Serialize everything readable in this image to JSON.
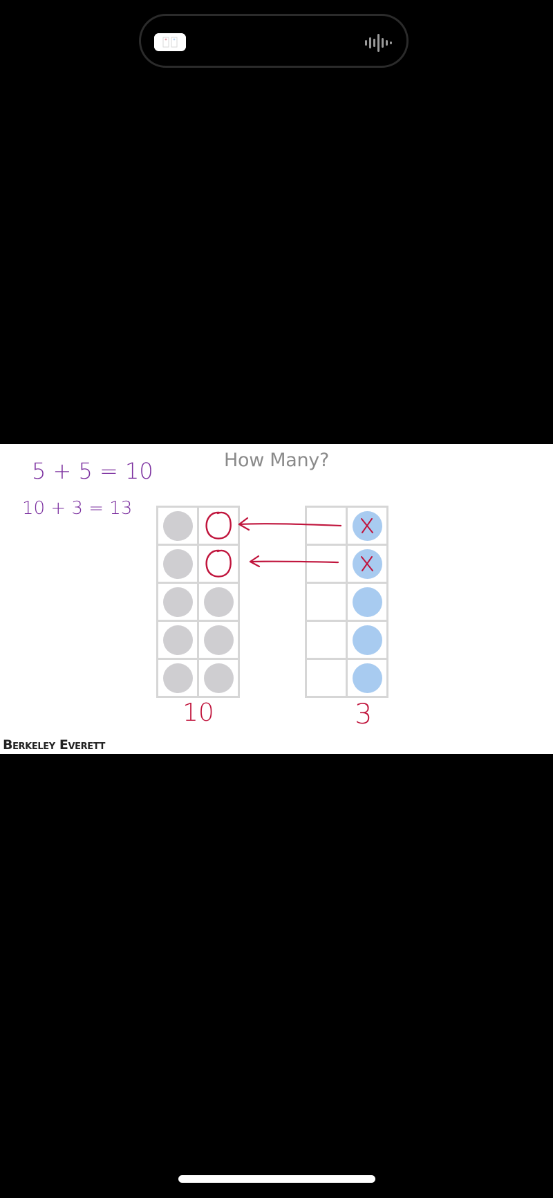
{
  "island": {
    "thumbnail_icon": "video-thumbnail-icon",
    "audio_icon": "audio-waveform-icon"
  },
  "video": {
    "title": "How Many?",
    "equations": [
      "5 + 5 = 10",
      "10 + 3 = 13"
    ],
    "left_frame": {
      "columns": 2,
      "rows": 5,
      "cells": [
        "grey",
        "circled",
        "grey",
        "circled",
        "grey",
        "grey",
        "grey",
        "grey",
        "grey",
        "grey"
      ],
      "total_label": "10"
    },
    "right_frame": {
      "columns": 2,
      "rows": 5,
      "cells": [
        "empty",
        "blue-x",
        "empty",
        "blue-x",
        "empty",
        "blue",
        "empty",
        "blue",
        "empty",
        "blue"
      ],
      "total_label": "3"
    },
    "watermark": "Berkeley Everett"
  },
  "colors": {
    "grey_counter": "#cfced1",
    "blue_counter": "#a8cbf0",
    "annotation_red": "#c0143c",
    "equation_purple": "#7b2f9f"
  }
}
